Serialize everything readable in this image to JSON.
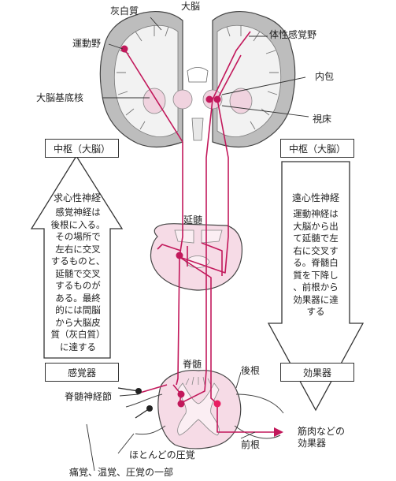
{
  "labels": {
    "gray_matter": "灰白質",
    "cerebrum": "大脳",
    "motor_area": "運動野",
    "somatosensory_area": "体性感覚野",
    "internal_capsule": "内包",
    "basal_ganglia": "大脳基底核",
    "thalamus": "視床",
    "medulla": "延髄",
    "spinal_cord": "脊髄",
    "dorsal_root": "後根",
    "ventral_root": "前根",
    "spinal_ganglion": "脊髄神経節",
    "effector_note": "筋肉などの\n効果器",
    "pressure_mostly": "ほとんどの圧覚",
    "pain_temp_pressure": "痛覚、温覚、圧覚の一部"
  },
  "boxes": {
    "center_left": "中枢（大脳）",
    "center_right": "中枢（大脳）",
    "sensory_organ": "感覚器",
    "effector": "効果器"
  },
  "afferent": {
    "title": "求心性神経",
    "text": "感覚神経は\n後根に入る。\nその場所で\n左右に交叉\nするものと、\n延髄で交叉\nするものが\nある。最終\n的には間脳\nから大脳皮\n質（灰白質）\nに達する"
  },
  "efferent": {
    "title": "遠心性神経",
    "text": "運動神経は\n大脳から出\nて延髄で左\n右に交叉す\nる。脊髄白\n質を下降し\n、前根から\n効果器に達\nする"
  },
  "colors": {
    "nerve": "#c2185b",
    "tissue": "#f6dbe6",
    "brain_gray": "#b8b8b8",
    "brain_white": "#f2f2f2",
    "outline": "#444444"
  }
}
